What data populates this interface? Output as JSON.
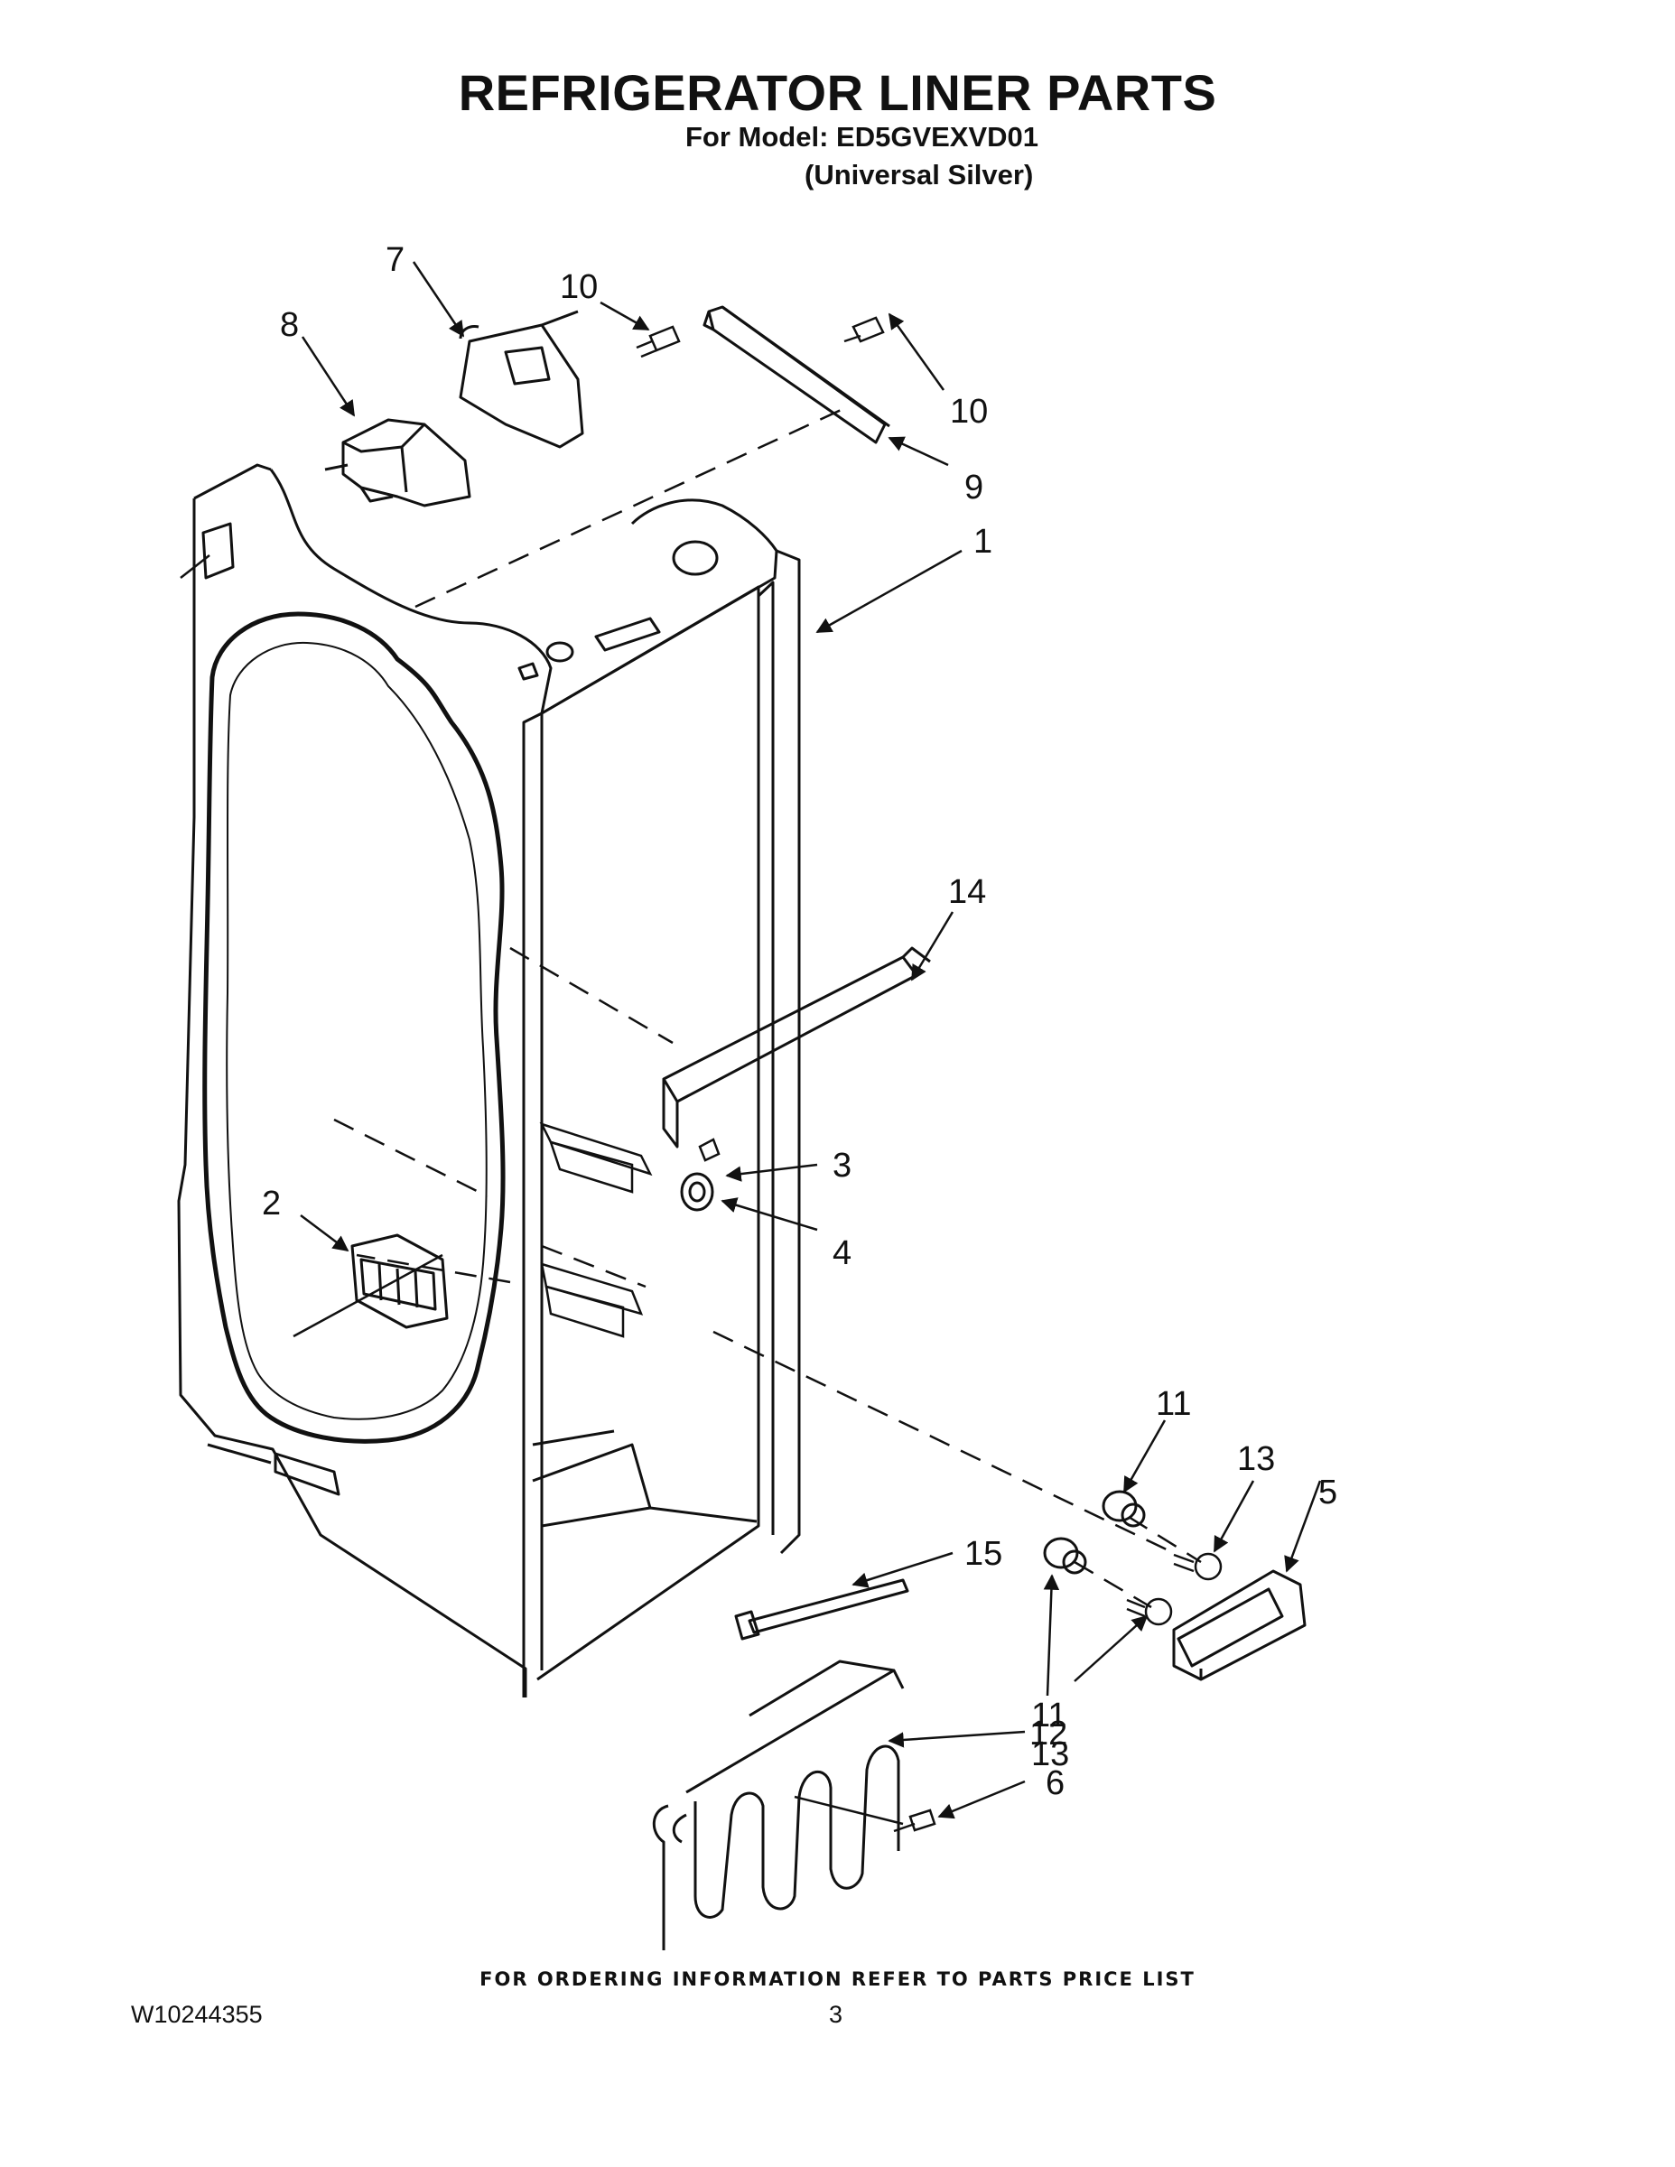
{
  "header": {
    "title": "REFRIGERATOR LINER PARTS",
    "model_line": "For Model: ED5GVEXVD01",
    "variant_line": "(Universal Silver)"
  },
  "callouts": {
    "c1": "1",
    "c2": "2",
    "c3": "3",
    "c4": "4",
    "c5": "5",
    "c6": "6",
    "c7": "7",
    "c8": "8",
    "c9": "9",
    "c10a": "10",
    "c10b": "10",
    "c11a": "11",
    "c11b": "11",
    "c12": "12",
    "c13a": "13",
    "c13b": "13",
    "c14": "14",
    "c15": "15"
  },
  "footer": {
    "ordering_note": "FOR ORDERING INFORMATION REFER TO PARTS PRICE LIST",
    "document_number": "W10244355",
    "page_number": "3"
  }
}
